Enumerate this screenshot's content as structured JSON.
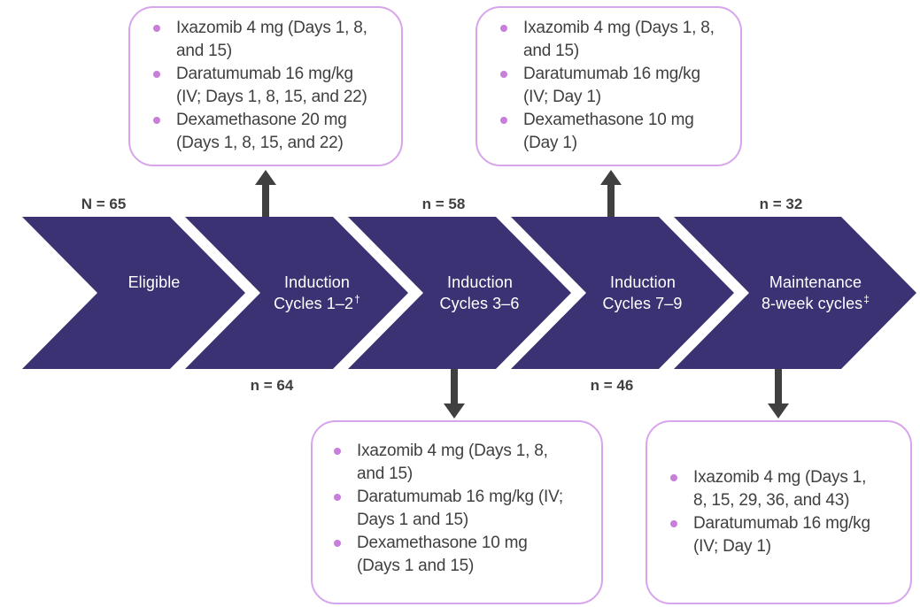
{
  "colors": {
    "chevron_fill": "#3A3272",
    "chevron_text": "#FFFFFF",
    "callout_border": "#D8A5EC",
    "callout_background": "#FFFFFF",
    "bullet_dot": "#C77FD9",
    "body_text": "#404040",
    "count_text": "#3F3F3F",
    "arrow": "#404040",
    "background": "#FFFFFF"
  },
  "chevrons": [
    {
      "id": "eligible",
      "line1": "Eligible",
      "line2": "",
      "sup": ""
    },
    {
      "id": "induction-1-2",
      "line1": "Induction",
      "line2": "Cycles 1–2",
      "sup": "†"
    },
    {
      "id": "induction-3-6",
      "line1": "Induction",
      "line2": "Cycles 3–6",
      "sup": ""
    },
    {
      "id": "induction-7-9",
      "line1": "Induction",
      "line2": "Cycles 7–9",
      "sup": ""
    },
    {
      "id": "maintenance",
      "line1": "Maintenance",
      "line2": "8-week cycles",
      "sup": "‡"
    }
  ],
  "counts": [
    {
      "id": "above-eligible",
      "label": "N = 65"
    },
    {
      "id": "below-induction-1-2",
      "label": "n = 64"
    },
    {
      "id": "above-induction-3-6",
      "label": "n = 58"
    },
    {
      "id": "below-induction-7-9",
      "label": "n = 46"
    },
    {
      "id": "above-maintenance",
      "label": "n = 32"
    }
  ],
  "callouts": [
    {
      "id": "induction-cycles-1-2",
      "bullets": [
        [
          "Ixazomib 4 mg (Days 1, 8,",
          "and 15)"
        ],
        [
          "Daratumumab 16 mg/kg",
          "(IV; Days 1, 8, 15, and 22)"
        ],
        [
          "Dexamethasone 20 mg",
          "(Days 1, 8, 15, and 22)"
        ]
      ]
    },
    {
      "id": "induction-cycles-7-9",
      "bullets": [
        [
          "Ixazomib 4 mg (Days 1, 8,",
          "and 15)"
        ],
        [
          "Daratumumab 16 mg/kg",
          "(IV; Day 1)"
        ],
        [
          "Dexamethasone 10 mg",
          "(Day 1)"
        ]
      ]
    },
    {
      "id": "induction-cycles-3-6",
      "bullets": [
        [
          "Ixazomib 4 mg (Days 1, 8,",
          "and 15)"
        ],
        [
          "Daratumumab 16 mg/kg (IV;",
          "Days 1 and 15)"
        ],
        [
          "Dexamethasone 10 mg",
          "(Days 1 and 15)"
        ]
      ]
    },
    {
      "id": "maintenance",
      "bullets": [
        [
          "Ixazomib 4 mg (Days 1,",
          "8, 15, 29, 36, and 43)"
        ],
        [
          "Daratumumab 16 mg/kg",
          "(IV; Day 1)"
        ]
      ]
    }
  ]
}
